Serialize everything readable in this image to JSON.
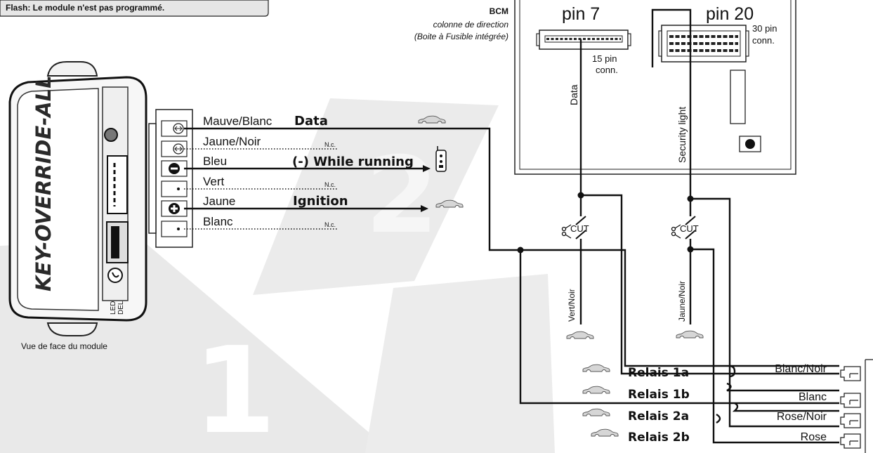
{
  "flash_note": "Flash: Le module n'est pas programmé.",
  "bcm": {
    "title": "BCM",
    "subtitle_1": "colonne de direction",
    "subtitle_2": "(Boite à Fusible intégrée)",
    "pin7_label": "pin 7",
    "pin20_label": "pin 20",
    "conn15_1": "15 pin",
    "conn15_2": "conn.",
    "conn30_1": "30 pin",
    "conn30_2": "conn.",
    "data_wire_label": "Data",
    "security_wire_label": "Security light"
  },
  "module": {
    "brand": "KEY-OVERRIDE-ALL",
    "led_label_1": "LED",
    "led_label_2": "DEL",
    "caption": "Vue de face du module"
  },
  "watermark": {
    "step_1": "1",
    "step_2": "2"
  },
  "harness": [
    {
      "color": "Mauve/Blanc",
      "function": "Data"
    },
    {
      "color": "Jaune/Noir",
      "function": "N.c."
    },
    {
      "color": "Bleu",
      "function": "(-) While running"
    },
    {
      "color": "Vert",
      "function": "N.c."
    },
    {
      "color": "Jaune",
      "function": "Ignition"
    },
    {
      "color": "Blanc",
      "function": "N.c."
    }
  ],
  "cuts": {
    "label": "CUT",
    "wire_left": "Vert/Noir",
    "wire_right": "Jaune/Noir"
  },
  "relays": {
    "labels": [
      "Relais 1a",
      "Relais 1b",
      "Relais 2a",
      "Relais 2b"
    ],
    "wires": [
      "Blanc/Noir",
      "Blanc",
      "Rose/Noir",
      "Rose"
    ]
  },
  "icons": {
    "car": "car-icon",
    "remote": "remote-icon",
    "scissors": "scissors-icon",
    "cut_marker": "cut-marker-icon"
  }
}
